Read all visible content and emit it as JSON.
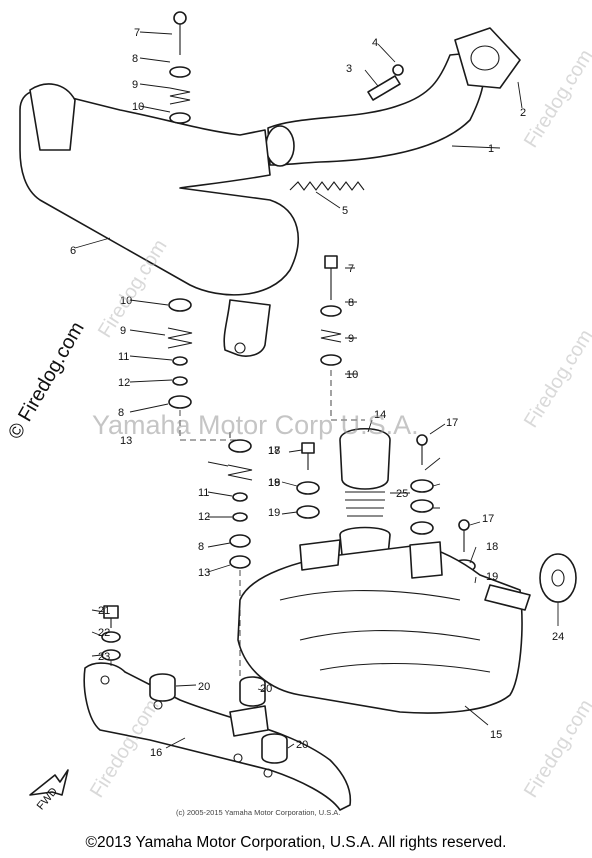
{
  "watermark": {
    "center": "Yamaha Motor Corp U.S.A.",
    "left": "© Firedog.com",
    "side": [
      "Firedog.com",
      "Firedog.com",
      "Firedog.com",
      "Firedog.com",
      "Firedog.com"
    ]
  },
  "diagram": {
    "fwd_label": "FWD",
    "callouts": [
      "1",
      "2",
      "3",
      "4",
      "5",
      "6",
      "7",
      "8",
      "9",
      "10",
      "7",
      "8",
      "9",
      "10",
      "10",
      "9",
      "11",
      "12",
      "8",
      "13",
      "14",
      "17",
      "18",
      "19",
      "25",
      "17",
      "18",
      "19",
      "20",
      "20",
      "20",
      "21",
      "22",
      "23",
      "24",
      "15",
      "16",
      "17",
      "18",
      "19",
      "11",
      "12",
      "8",
      "13"
    ]
  },
  "small_copyright": "(c) 2005-2015 Yamaha Motor Corporation, U.S.A.",
  "footer": "©2013 Yamaha Motor Corporation, U.S.A. All rights reserved."
}
